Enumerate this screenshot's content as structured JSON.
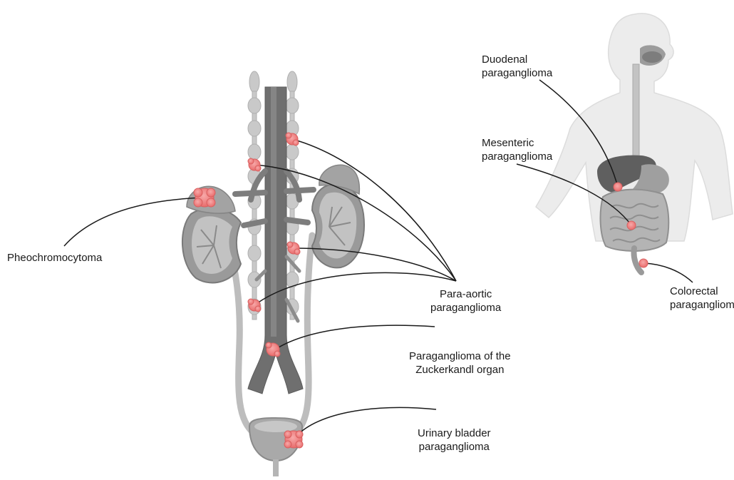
{
  "labels": {
    "pheochromocytoma": "Pheochromocytoma",
    "para_aortic": [
      "Para-aortic",
      "paraganglioma"
    ],
    "zuckerkandl": [
      "Paraganglioma of the",
      "Zuckerkandl organ"
    ],
    "urinary_bladder": [
      "Urinary bladder",
      "paraganglioma"
    ],
    "duodenal": [
      "Duodenal",
      "paraganglioma"
    ],
    "mesenteric": [
      "Mesenteric",
      "paraganglioma"
    ],
    "colorectal": [
      "Colorectal",
      "paraganglioma"
    ]
  },
  "colors": {
    "tumor": "#f08a8a",
    "tumor_outline": "#e06a6a",
    "organ_dark": "#7a7a7a",
    "organ_mid": "#a9a9a9",
    "organ_light": "#cfcfcf",
    "body_silhouette": "#ececec",
    "leader_line": "#1a1a1a"
  }
}
